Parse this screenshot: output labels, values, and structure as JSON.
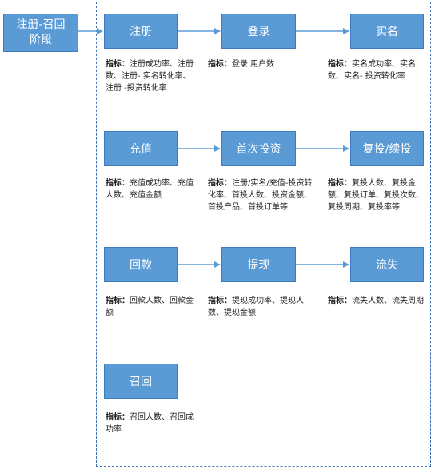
{
  "stage": {
    "label": "注册-召回\n阶段"
  },
  "metric_prefix": "指标：",
  "steps": [
    {
      "label": "注册",
      "metric": "注册成功率、注册数、注册- 实名转化率、注册 -投资转化率"
    },
    {
      "label": "登录",
      "metric": "登录 用户数"
    },
    {
      "label": "实名",
      "metric": "实名成功率、实名数、实名- 投资转化率"
    },
    {
      "label": "充值",
      "metric": "充值成功率、充值人数、充值金额"
    },
    {
      "label": "首次投资",
      "metric": "注册/实名/充值-投资转化率、首投人数、投资金额、首投产品、首投订单等"
    },
    {
      "label": "复投/续投",
      "metric": "复投人数、复投金额、复投订单、复投次数、复投周期、复投率等"
    },
    {
      "label": "回款",
      "metric": "回款人数、回款金额"
    },
    {
      "label": "提现",
      "metric": "提现成功率、提现人数、提现金额"
    },
    {
      "label": "流失",
      "metric": "流失人数、流失周期"
    },
    {
      "label": "召回",
      "metric": "召回人数、召回成功率"
    }
  ],
  "colors": {
    "box_fill": "#5b9bd5",
    "box_border": "#3d7abf",
    "frame": "#3a6fb0",
    "arrow": "#5b9bd5"
  }
}
